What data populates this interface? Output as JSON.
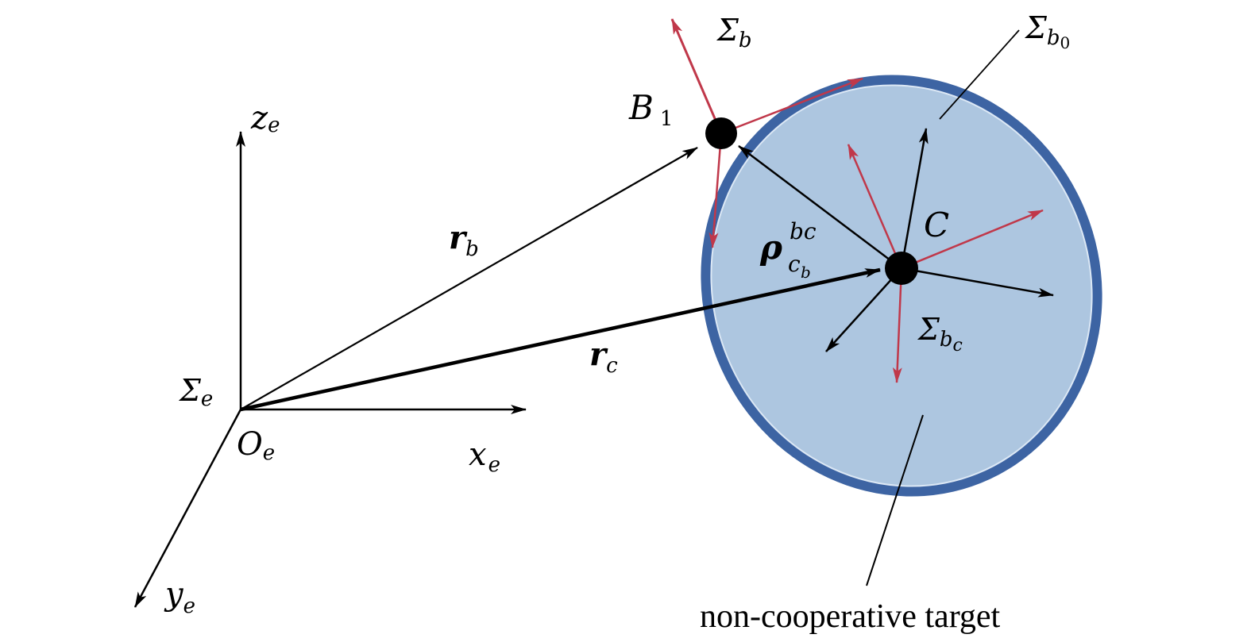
{
  "colors": {
    "target_fill": "#adc6e0",
    "target_rim": "#3d64a3",
    "target_inner_edge": "#dce8f5",
    "red_axis": "#c0384a",
    "black": "#000000"
  },
  "labels": {
    "z_axis": {
      "main": "z",
      "sub": "e"
    },
    "x_axis": {
      "main": "x",
      "sub": "e"
    },
    "y_axis": {
      "main": "y",
      "sub": "e"
    },
    "origin": {
      "main": "O",
      "sub": "e"
    },
    "inertial_frame": {
      "main": "Σ",
      "sub": "e"
    },
    "r_b": {
      "main": "r",
      "sub": "b"
    },
    "r_c": {
      "main": "r",
      "sub": "c"
    },
    "rho": {
      "main": "ρ",
      "sup": "bc",
      "sub": "c",
      "subsub": "b"
    },
    "B1": {
      "main": "B",
      "sub": "1"
    },
    "C": {
      "main": "C"
    },
    "sigma_b": {
      "main": "Σ",
      "sub": "b"
    },
    "sigma_b0": {
      "main": "Σ",
      "sub": "b",
      "subsub": "0"
    },
    "sigma_bc": {
      "main": "Σ",
      "sub": "b",
      "subsub": "c"
    },
    "target_caption": "non-cooperative target"
  }
}
